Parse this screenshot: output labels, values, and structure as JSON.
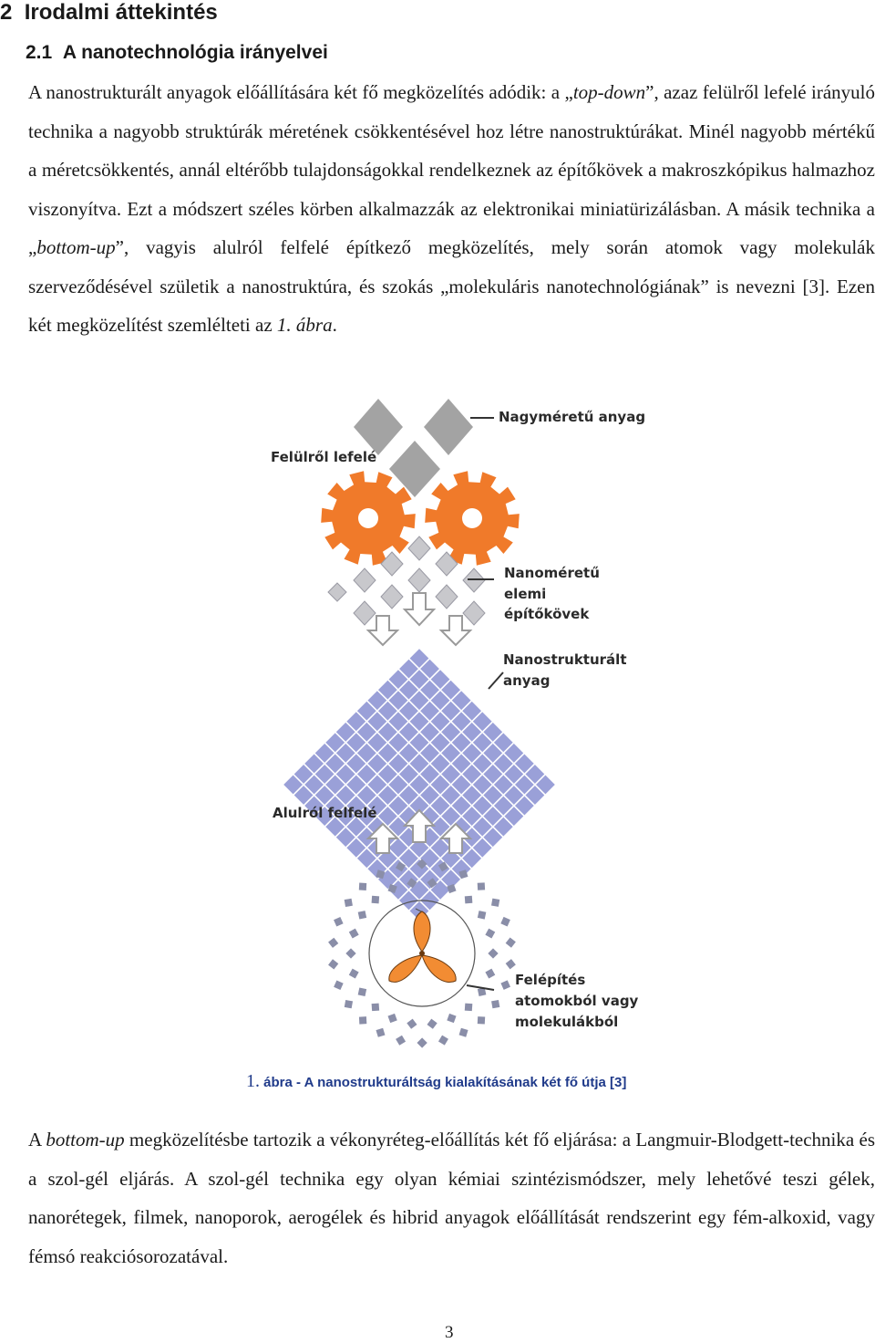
{
  "section": {
    "number": "2",
    "title": "Irodalmi áttekintés"
  },
  "subsection": {
    "number": "2.1",
    "title": "A nanotechnológia irányelvei"
  },
  "para1": {
    "t1": "A nanostrukturált anyagok előállítására két fő megközelítés adódik: a „",
    "e1": "top-down",
    "t2": "”, azaz felülről lefelé irányuló technika a nagyobb struktúrák méretének csökkentésével hoz létre nanostruktúrákat. Minél nagyobb mértékű a méretcsökkentés, annál eltérőbb tulajdonságokkal rendelkeznek az építőkövek a makroszkópikus halmazhoz viszonyítva. Ezt a módszert széles körben alkalmazzák az elektronikai miniatürizálásban. A másik technika a „",
    "e2": "bottom-up",
    "t3": "”, vagyis alulról felfelé építkező megközelítés, mely során atomok vagy molekulák szerveződésével születik a nanostruktúra, és szokás „molekuláris nanotechnológiának” is nevezni [3]. Ezen két megközelítést szemlélteti az ",
    "e3": "1. ábra",
    "t4": "."
  },
  "figure": {
    "labels": {
      "top_down": "Felülről lefelé",
      "large_material": "Nagyméretű anyag",
      "nano_blocks_1": "Nanoméretű",
      "nano_blocks_2": "elemi",
      "nano_blocks_3": "építőkövek",
      "nanostructured_1": "Nanostrukturált",
      "nanostructured_2": "anyag",
      "bottom_up": "Alulról felfelé",
      "assembly_1": "Felépítés",
      "assembly_2": "atomokból vagy",
      "assembly_3": "molekulákból"
    },
    "colors": {
      "gear": "#f07a2a",
      "diamond_large": "#a0a0a0",
      "diamond_small": "#c6c6cc",
      "grid": "#9aa0d8",
      "propeller": "#f08a30"
    }
  },
  "caption": {
    "number": "1.",
    "text": " ábra - A nanostrukturáltság kialakításának két fő útja [3]"
  },
  "para2": {
    "t1": "A ",
    "e1": "bottom-up",
    "t2": " megközelítésbe tartozik a vékonyréteg-előállítás két fő eljárása: a Langmuir-Blodgett-technika és a szol-gél eljárás. A szol-gél technika egy olyan kémiai szintézismódszer, mely lehetővé teszi gélek, nanorétegek, filmek, nanoporok, aerogélek és hibrid anyagok előállítását rendszerint egy fém-alkoxid, vagy fémsó reakciósorozatával."
  },
  "page_number": "3"
}
